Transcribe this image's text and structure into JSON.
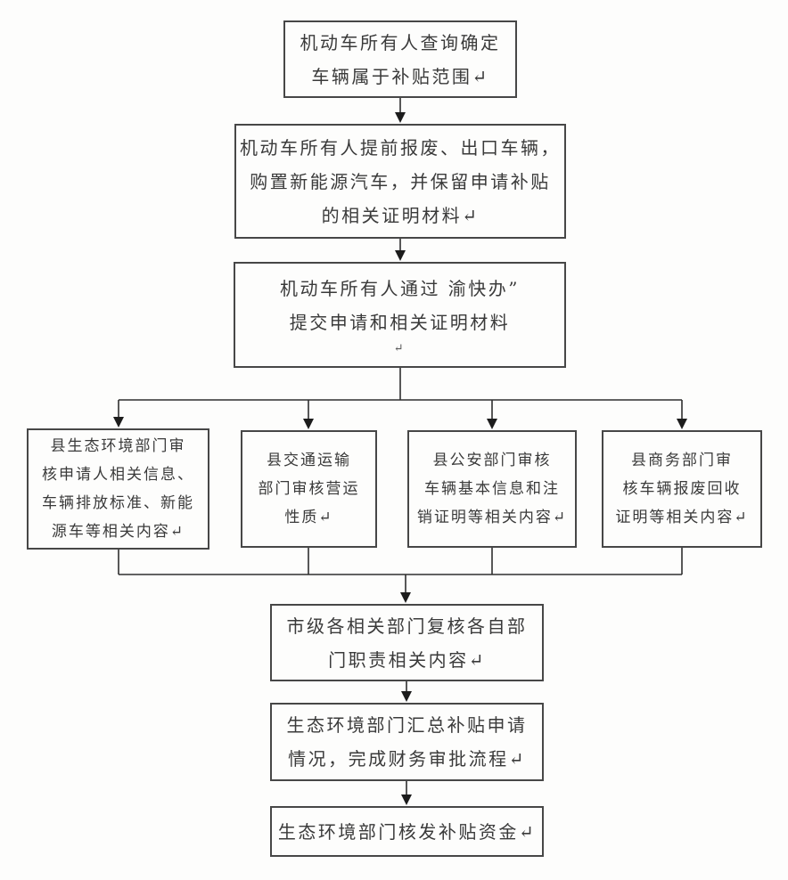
{
  "colors": {
    "background": "#fdfdfc",
    "node_border": "#474747",
    "text": "#3a3a3a",
    "connector_line": "#2f2f2f",
    "arrowhead": "#1c1c1c"
  },
  "diagram": {
    "type": "flowchart",
    "language": "zh-CN",
    "nodes": [
      {
        "id": "owner-query",
        "lines": [
          "机动车所有人查询确定",
          "车辆属于补贴范围↵"
        ]
      },
      {
        "id": "owner-prepare",
        "lines": [
          "机动车所有人提前报废、出口车辆，",
          "购置新能源汽车，并保留申请补贴",
          "的相关证明材料↵"
        ]
      },
      {
        "id": "submit-yukuaiban",
        "lines": [
          "机动车所有人通过 渝快办”",
          "提交申请和相关证明材料",
          "↵"
        ]
      },
      {
        "id": "county-ecology",
        "lines": [
          "县生态环境部门审",
          "核申请人相关信息、",
          "车辆排放标准、新能",
          "源车等相关内容↵"
        ]
      },
      {
        "id": "county-transport",
        "lines": [
          "县交通运输",
          "部门审核营运",
          "性质↵"
        ]
      },
      {
        "id": "county-police",
        "lines": [
          "县公安部门审核",
          "车辆基本信息和注",
          "销证明等相关内容↵"
        ]
      },
      {
        "id": "county-commerce",
        "lines": [
          "县商务部门审",
          "核车辆报废回收",
          "证明等相关内容↵"
        ]
      },
      {
        "id": "city-review",
        "lines": [
          "市级各相关部门复核各自部",
          "门职责相关内容↵"
        ]
      },
      {
        "id": "ecology-summary",
        "lines": [
          "生态环境部门汇总补贴申请",
          "情况，完成财务审批流程↵"
        ]
      },
      {
        "id": "ecology-issue",
        "lines": [
          "生态环境部门核发补贴资金↵"
        ]
      }
    ],
    "edges": [
      "owner-query → owner-prepare",
      "owner-prepare → submit-yukuaiban",
      "submit-yukuaiban → county-ecology",
      "submit-yukuaiban → county-transport",
      "submit-yukuaiban → county-police",
      "submit-yukuaiban → county-commerce",
      "county-ecology → city-review",
      "county-transport → city-review",
      "county-police → city-review",
      "county-commerce → city-review",
      "city-review → ecology-summary",
      "ecology-summary → ecology-issue"
    ]
  }
}
